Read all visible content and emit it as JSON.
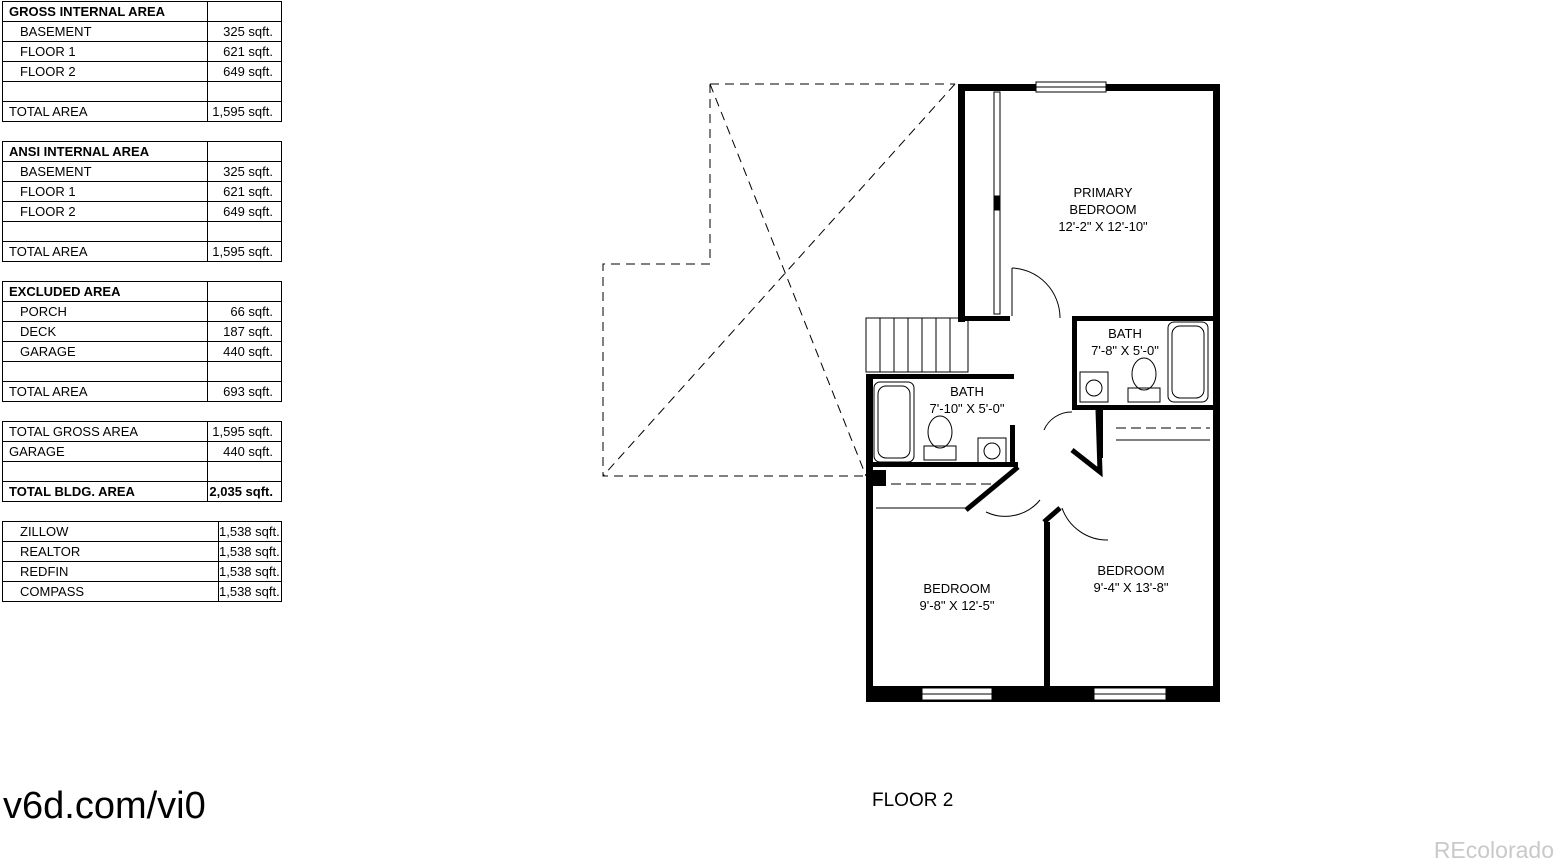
{
  "tables": [
    {
      "title": "GROSS INTERNAL AREA",
      "rows": [
        {
          "label": "BASEMENT",
          "value": "325 sqft."
        },
        {
          "label": "FLOOR 1",
          "value": "621 sqft."
        },
        {
          "label": "FLOOR 2",
          "value": "649 sqft."
        },
        {
          "label": "",
          "value": ""
        },
        {
          "label": "TOTAL AREA",
          "value": "1,595 sqft."
        }
      ]
    },
    {
      "title": "ANSI INTERNAL AREA",
      "rows": [
        {
          "label": "BASEMENT",
          "value": "325 sqft."
        },
        {
          "label": "FLOOR 1",
          "value": "621 sqft."
        },
        {
          "label": "FLOOR 2",
          "value": "649 sqft."
        },
        {
          "label": "",
          "value": ""
        },
        {
          "label": "TOTAL AREA",
          "value": "1,595 sqft."
        }
      ]
    },
    {
      "title": "EXCLUDED AREA",
      "rows": [
        {
          "label": "PORCH",
          "value": "66 sqft."
        },
        {
          "label": "DECK",
          "value": "187 sqft."
        },
        {
          "label": "GARAGE",
          "value": "440 sqft."
        },
        {
          "label": "",
          "value": ""
        },
        {
          "label": "TOTAL AREA",
          "value": "693 sqft."
        }
      ]
    },
    {
      "rows": [
        {
          "label": "TOTAL GROSS AREA",
          "value": "1,595 sqft."
        },
        {
          "label": "GARAGE",
          "value": "440 sqft."
        },
        {
          "label": "",
          "value": ""
        },
        {
          "label": "TOTAL BLDG. AREA",
          "value": "2,035 sqft."
        }
      ]
    },
    {
      "rows": [
        {
          "label": "ZILLOW",
          "value": "1,538 sqft."
        },
        {
          "label": "REALTOR",
          "value": "1,538 sqft."
        },
        {
          "label": "REDFIN",
          "value": "1,538 sqft."
        },
        {
          "label": "COMPASS",
          "value": "1,538 sqft."
        }
      ]
    }
  ],
  "link": "v6d.com/vi0",
  "floor_title": "FLOOR 2",
  "watermark": "REcolorado",
  "rooms": {
    "primary": {
      "line1": "PRIMARY",
      "line2": "BEDROOM",
      "dims": "12'-2\" X 12'-10\""
    },
    "bath_right": {
      "name": "BATH",
      "dims": "7'-8\" X 5'-0\""
    },
    "bath_left": {
      "name": "BATH",
      "dims": "7'-10\" X 5'-0\""
    },
    "bedroom_left": {
      "name": "BEDROOM",
      "dims": "9'-8\" X 12'-5\""
    },
    "bedroom_right": {
      "name": "BEDROOM",
      "dims": "9'-4\" X 13'-8\""
    }
  },
  "colors": {
    "wall": "#000000",
    "watermark": "#c9c9c9",
    "background": "#ffffff"
  }
}
